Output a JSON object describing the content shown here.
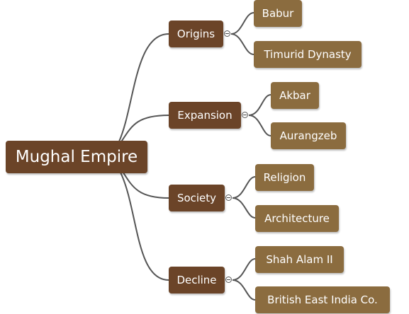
{
  "colors": {
    "root": "#6b4428",
    "branch": "#6b4428",
    "leaf": "#8b6c3f",
    "connector": "#555555"
  },
  "mindmap": {
    "root": {
      "label": "Mughal Empire"
    },
    "branches": [
      {
        "label": "Origins",
        "children": [
          {
            "label": "Babur"
          },
          {
            "label": "Timurid Dynasty"
          }
        ]
      },
      {
        "label": "Expansion",
        "children": [
          {
            "label": "Akbar"
          },
          {
            "label": "Aurangzeb"
          }
        ]
      },
      {
        "label": "Society",
        "children": [
          {
            "label": "Religion"
          },
          {
            "label": "Architecture"
          }
        ]
      },
      {
        "label": "Decline",
        "children": [
          {
            "label": "Shah Alam II"
          },
          {
            "label": "British East India Co."
          }
        ]
      }
    ]
  }
}
